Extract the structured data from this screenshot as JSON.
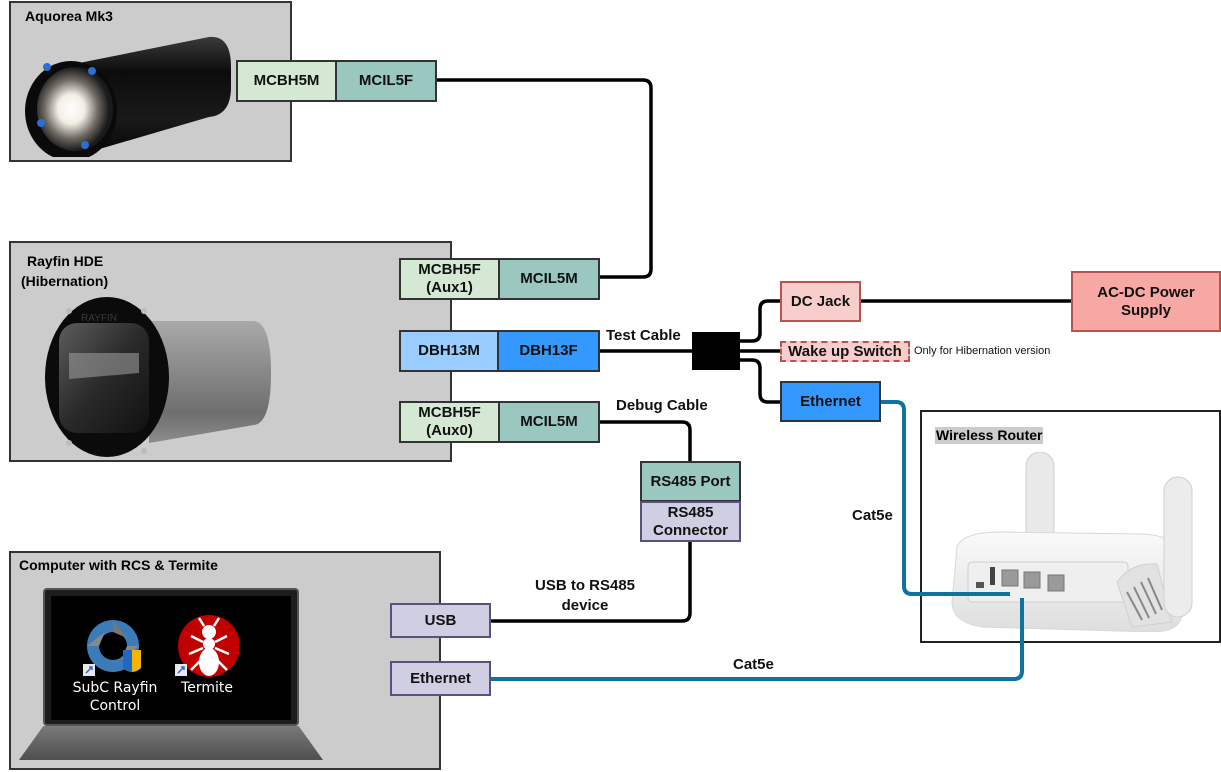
{
  "devices": {
    "aquorea": {
      "title": "Aquorea Mk3"
    },
    "rayfin": {
      "title_line1": "Rayfin HDE",
      "title_line2": "(Hibernation)",
      "camera_logo": "RAYFIN"
    },
    "computer": {
      "title": "Computer with RCS & Termite",
      "apps": [
        {
          "name_line1": "SubC Rayfin",
          "name_line2": "Control",
          "icon": "aperture-shield-icon"
        },
        {
          "name_line1": "Termite",
          "name_line2": "",
          "icon": "termite-icon"
        }
      ]
    },
    "router": {
      "title": "Wireless Router"
    }
  },
  "connectors": {
    "aquorea_bulkhead": "MCBH5M",
    "aquorea_inline": "MCIL5F",
    "aux1_bulkhead_line1": "MCBH5F",
    "aux1_bulkhead_line2": "(Aux1)",
    "aux1_inline": "MCIL5M",
    "main_bulkhead": "DBH13M",
    "main_inline": "DBH13F",
    "aux0_bulkhead_line1": "MCBH5F",
    "aux0_bulkhead_line2": "(Aux0)",
    "aux0_inline": "MCIL5M",
    "dc_jack": "DC Jack",
    "wake_switch": "Wake up Switch",
    "test_ethernet": "Ethernet",
    "power_supply_line1": "AC-DC Power",
    "power_supply_line2": "Supply",
    "rs485_port": "RS485 Port",
    "rs485_connector_line1": "RS485",
    "rs485_connector_line2": "Connector",
    "pc_usb": "USB",
    "pc_ethernet": "Ethernet"
  },
  "cables": {
    "test_cable": "Test Cable",
    "debug_cable": "Debug Cable",
    "usb_rs485_line1": "USB to RS485",
    "usb_rs485_line2": "device",
    "cat5e_router": "Cat5e",
    "cat5e_pc": "Cat5e"
  },
  "notes": {
    "wake_switch_note": "Only for Hibernation version"
  },
  "colors": {
    "wire": "#000000",
    "ethernet_wire": "#10739e",
    "group_bg": "#cccccc"
  }
}
